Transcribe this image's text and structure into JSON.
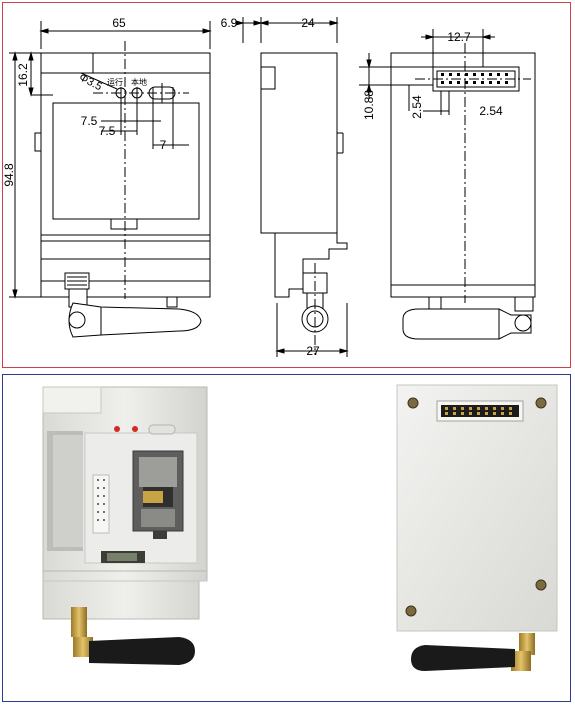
{
  "drawing": {
    "front_view": {
      "width_dim": "65",
      "height_dim": "94.8",
      "top_offset_dim": "16.2",
      "hole_dim": "Φ3.5",
      "offset_dim_1": "7.5",
      "offset_dim_2": "7.5",
      "offset_dim_3": "7",
      "led_label_1": "运行",
      "led_label_2": "本地"
    },
    "side_view": {
      "top_offset_dim": "6.9",
      "width_dim": "24",
      "bottom_width_dim": "27"
    },
    "back_view": {
      "connector_width_dim": "12.7",
      "connector_height_dim": "10.88",
      "pitch_dim_vertical": "2.54",
      "pitch_dim_horizontal": "2.54"
    }
  },
  "colors": {
    "top_frame": "#c8414b",
    "bottom_frame": "#2b3b8f",
    "led_red": "#d42a1f",
    "antenna_black": "#1a1a1a",
    "connector_gold": "#c9a445",
    "device_body": "#e9e9e6"
  },
  "icons": [
    "din-rail-module",
    "sim-card-slot",
    "pin-header-connector",
    "sma-antenna",
    "mounting-screw"
  ]
}
